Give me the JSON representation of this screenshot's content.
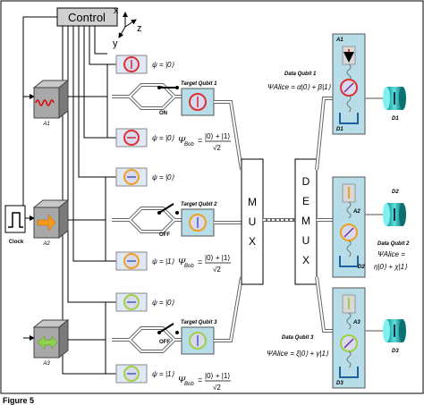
{
  "control_label": "Control",
  "axes": {
    "x": "x",
    "y": "y",
    "z": "z"
  },
  "clock_label": "Clock",
  "atoms": {
    "a1": "A1",
    "a2": "A2",
    "a3": "A3"
  },
  "mux_letters": [
    "M",
    "U",
    "X"
  ],
  "demux_letters": [
    "D",
    "E",
    "M",
    "U",
    "X"
  ],
  "switches": {
    "on": "ON",
    "off_2": "OFF",
    "off_3": "OFF"
  },
  "targets": {
    "t1": "Target Qubit 1",
    "t2": "Target Qubit 2",
    "t3": "Target Qubit 3",
    "bob": "Ψ",
    "bob_sub": "Bob",
    "frac_num": "|0⟩ + |1⟩",
    "frac_den": "√2",
    "eq": "="
  },
  "qubit_states": {
    "s1": "ψ = |0⟩",
    "s2": "ψ = |0⟩",
    "s3": "ψ = |0⟩",
    "s4": "ψ = |1⟩",
    "s5": "ψ = |0⟩",
    "s6": "ψ = |1⟩"
  },
  "data_qubits": {
    "dq1": "Data Qubit 1",
    "dq2": "Data Qubit 2",
    "dq3": "Data Qubit 3",
    "alice1": "ΨAlice = α|0⟩ + β|1⟩",
    "alice2_a": "ΨAlice =",
    "alice2_b": "η|0⟩ + χ|1⟩",
    "alice3": "ΨAlice = ξ|0⟩ + γ|1⟩"
  },
  "cavities": {
    "a1": "A1",
    "d1": "D1",
    "a2": "A2",
    "d2": "D2",
    "a3": "A3",
    "d3": "D3"
  },
  "detectors": {
    "d1": "D1",
    "d2": "D2",
    "d3": "D3"
  },
  "figure_label": "Figure 5"
}
